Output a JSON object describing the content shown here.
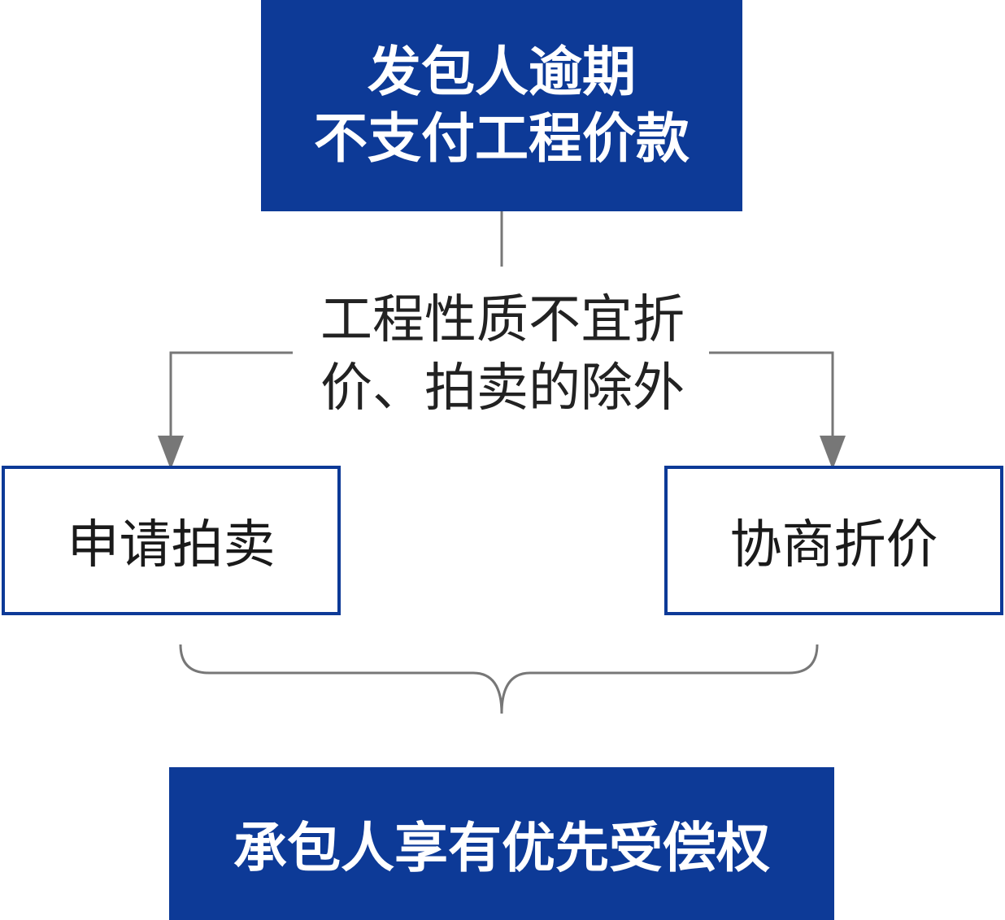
{
  "diagram": {
    "top_box": {
      "lines": [
        "发包人逾期",
        "不支付工程价款"
      ]
    },
    "condition": {
      "lines": [
        "工程性质不宜折",
        "价、拍卖的除外"
      ]
    },
    "left_box": {
      "label": "申请拍卖"
    },
    "right_box": {
      "label": "协商折价"
    },
    "bottom_box": {
      "label": "承包人享有优先受偿权"
    },
    "colors": {
      "primary_blue": "#0d3a97",
      "connector_gray": "#777777",
      "text_dark": "#222222"
    }
  }
}
